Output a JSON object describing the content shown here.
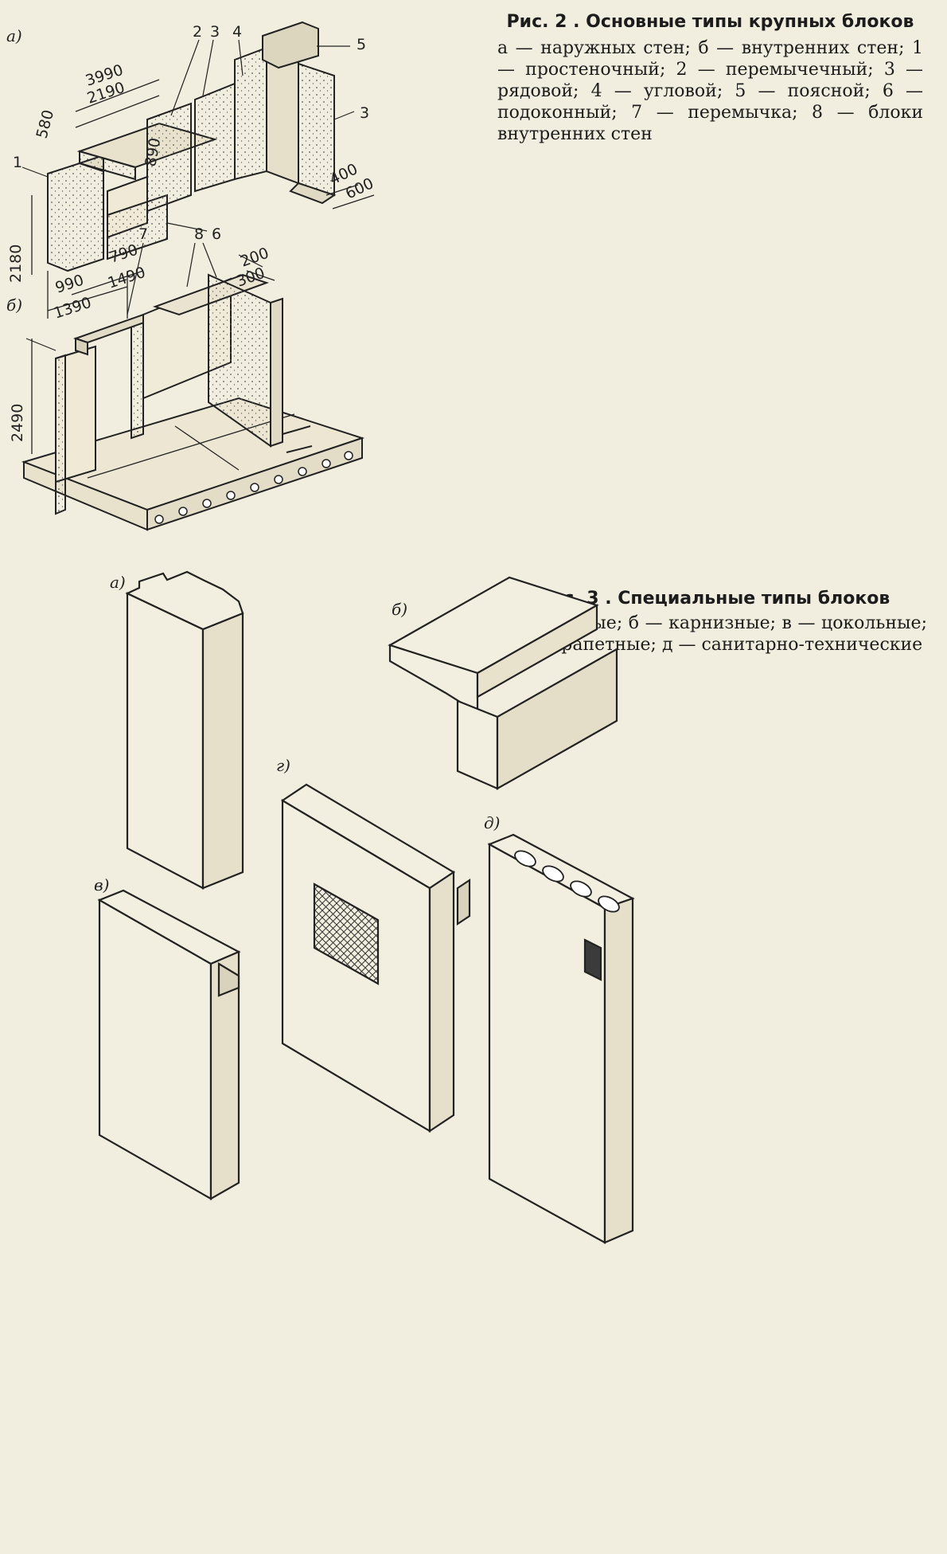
{
  "fig2": {
    "title": "Рис. 2 . Основные типы крупных блоков",
    "legend": "а — наружных стен; б — внутренних стен; 1 — простеночный; 2 — перемычечный; 3 — рядовой; 4 — угловой; 5 — поясной; 6 — подоконный; 7 — перемычка; 8 — блоки внутренних стен",
    "panel_a": {
      "label": "а)",
      "parts": [
        "1",
        "2",
        "3",
        "4",
        "5",
        "3",
        "6"
      ],
      "dims": [
        "3990",
        "2190",
        "580",
        "890",
        "2180",
        "990",
        "1390",
        "790",
        "1490",
        "400",
        "600"
      ]
    },
    "panel_b": {
      "label": "б)",
      "parts": [
        "7",
        "8"
      ],
      "dims": [
        "200",
        "300",
        "2490"
      ]
    }
  },
  "fig3": {
    "title": "Рис. 3 . Специальные типы блоков",
    "legend": "а — угловые; б — карнизные; в — цокольные; г — парапетные; д — санитарно-технические",
    "labels": [
      "а)",
      "б)",
      "в)",
      "г)",
      "д)"
    ]
  }
}
